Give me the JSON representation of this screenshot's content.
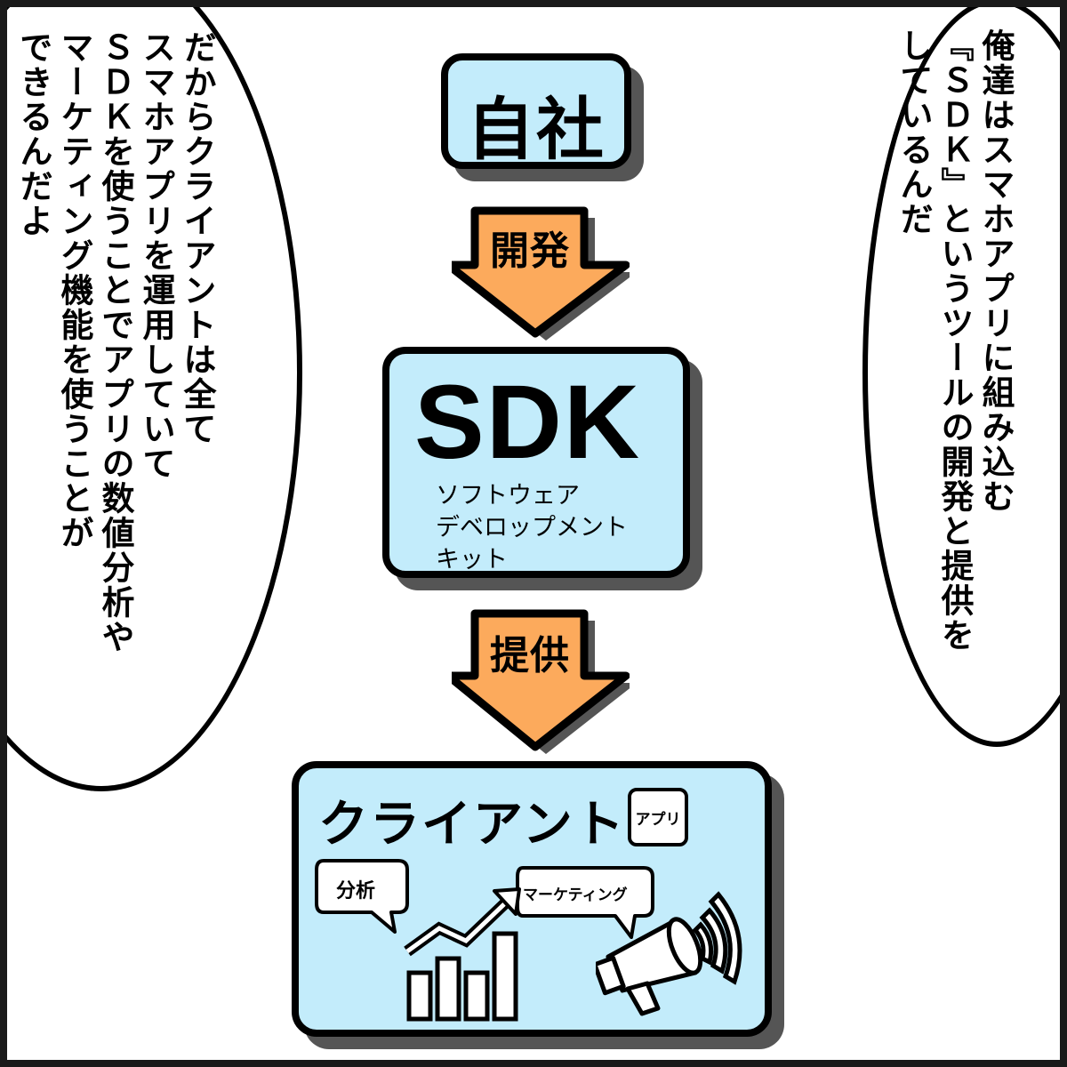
{
  "left_bubble": {
    "text": "だからクライアントは全て\nスマホアプリを運用していて\nＳＤＫを使うことでアプリの数値分析や\nマーケティング機能を使うことが\nできるんだよ"
  },
  "right_bubble": {
    "text": "俺達はスマホアプリに組み込む\n『ＳＤＫ』というツールの開発と提供を\nしているんだ"
  },
  "diagram": {
    "top_box_label": "自社",
    "arrow1_label": "開発",
    "sdk_title": "SDK",
    "sdk_subtitle": "ソフトウェア\nデベロップメント\nキット",
    "arrow2_label": "提供",
    "client_label": "クライアント",
    "app_tag": "アプリ",
    "analysis_label": "分析",
    "marketing_label": "マーケティング"
  },
  "colors": {
    "box_fill": "#c3ecfb",
    "arrow_fill": "#fcaa5c",
    "outline": "#000000",
    "shadow": "#555555"
  },
  "icons": [
    "bar-chart-icon",
    "trend-arrow-icon",
    "megaphone-icon",
    "sound-waves-icon"
  ]
}
